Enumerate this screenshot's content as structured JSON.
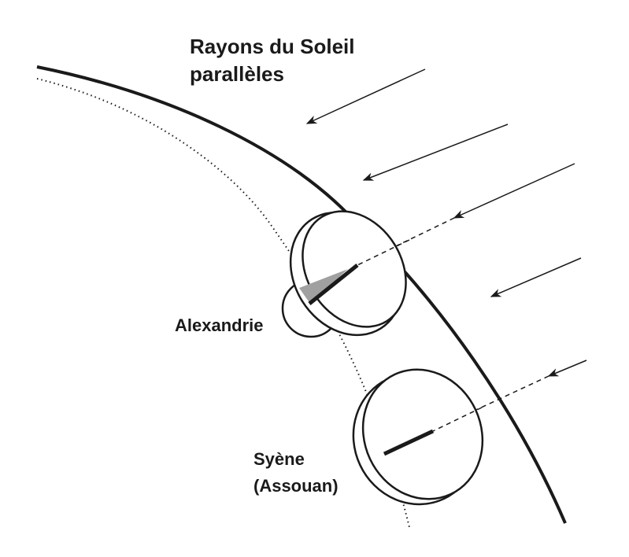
{
  "title_line1": "Rayons du Soleil",
  "title_line2": "parallèles",
  "labels": {
    "alexandrie": "Alexandrie",
    "syene_line1": "Syène",
    "syene_line2": "(Assouan)"
  },
  "colors": {
    "ink": "#1a1a1a",
    "shadow": "#a0a0a0"
  }
}
